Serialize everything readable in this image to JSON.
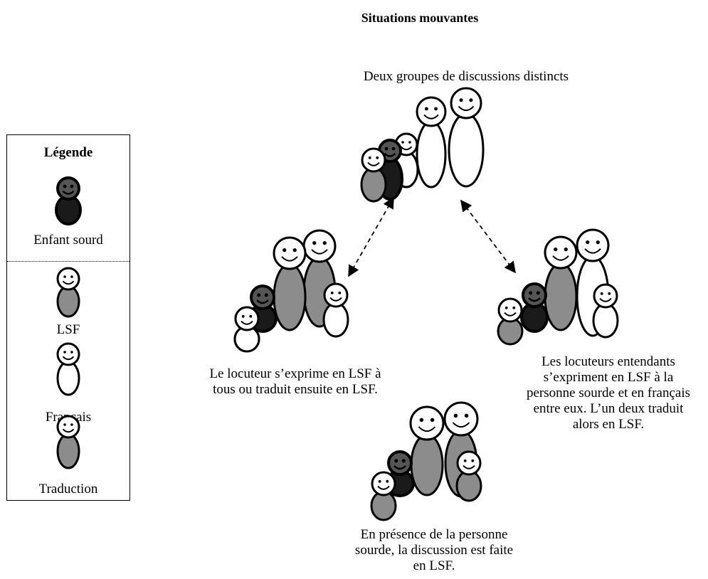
{
  "title": "Situations mouvantes",
  "legend": {
    "title": "Légende",
    "items": [
      {
        "label": "Enfant sourd",
        "icon": "deaf-child-figure-icon"
      },
      {
        "label": "LSF",
        "icon": "lsf-figure-icon"
      },
      {
        "label": "Français",
        "icon": "french-figure-icon"
      },
      {
        "label": "Traduction",
        "icon": "translation-figure-icon"
      }
    ]
  },
  "groups": {
    "top": {
      "caption": [
        "Deux groupes de discussions distincts"
      ]
    },
    "left": {
      "caption": [
        "Le locuteur s’exprime en LSF à",
        "tous ou traduit ensuite en LSF."
      ]
    },
    "right": {
      "caption": [
        "Les locuteurs entendants",
        "s’expriment en LSF à la",
        "personne sourde et en français",
        "entre eux. L’un deux traduit",
        "alors en LSF."
      ]
    },
    "bottom": {
      "caption": [
        "En présence de la personne",
        "sourde, la discussion est faite",
        "en LSF."
      ]
    }
  },
  "colors": {
    "lsf": "#8c8c8c",
    "french": "#ffffff",
    "deaf_child": "#1a1a1a",
    "outline": "#000000"
  }
}
